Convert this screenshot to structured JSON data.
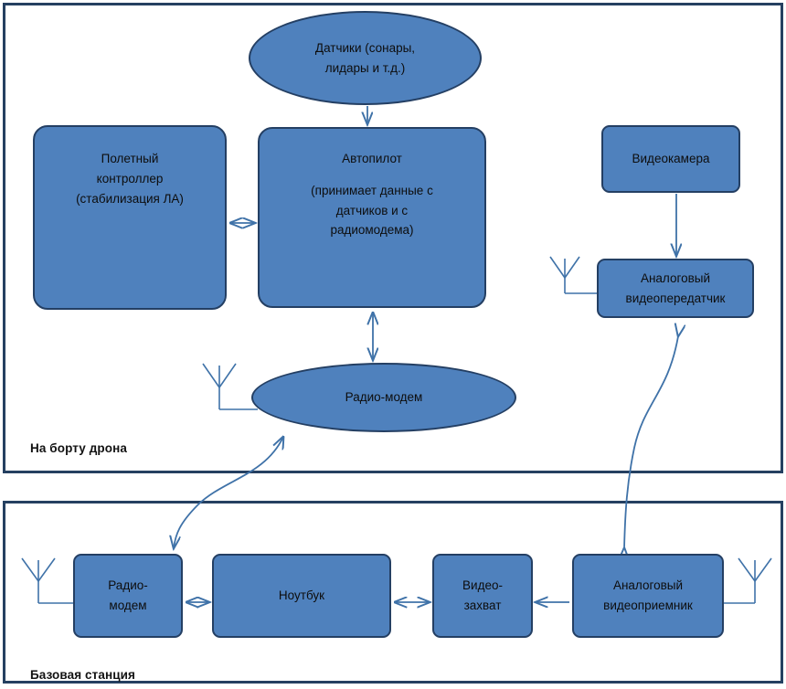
{
  "diagram": {
    "title_not_shown": "",
    "colors": {
      "node_fill": "#4F81BD",
      "node_border": "#243f63",
      "frame_border": "#254061",
      "connector": "#3F72A8",
      "text": "#0d0d0d",
      "background": "#ffffff"
    },
    "sections": [
      {
        "id": "drone",
        "label": "На борту дрона"
      },
      {
        "id": "base",
        "label": "Базовая станция"
      }
    ],
    "nodes": {
      "sensors": {
        "shape": "ellipse",
        "lines": [
          "Датчики (сонары,",
          "лидары и т.д.)"
        ]
      },
      "flight_controller": {
        "shape": "rounded-rect",
        "lines": [
          "Полетный",
          "контроллер",
          "(стабилизация ЛА)"
        ]
      },
      "autopilot": {
        "shape": "rounded-rect",
        "lines": [
          "Автопилот",
          "(принимает данные с",
          "датчиков и с",
          "радиомодема)"
        ]
      },
      "video_camera": {
        "shape": "rounded-rect",
        "lines": [
          "Видеокамера"
        ]
      },
      "video_transmitter": {
        "shape": "rounded-rect",
        "lines": [
          "Аналоговый",
          "видеопередатчик"
        ]
      },
      "radio_modem_drone": {
        "shape": "ellipse",
        "lines": [
          "Радио-модем"
        ]
      },
      "radio_modem_base": {
        "shape": "rounded-rect",
        "lines": [
          "Радио-",
          "модем"
        ]
      },
      "laptop": {
        "shape": "rounded-rect",
        "lines": [
          "Ноутбук"
        ]
      },
      "video_capture": {
        "shape": "rounded-rect",
        "lines": [
          "Видео-",
          "захват"
        ]
      },
      "video_receiver": {
        "shape": "rounded-rect",
        "lines": [
          "Аналоговый",
          "видеоприемник"
        ]
      }
    },
    "connectors": [
      {
        "from": "sensors",
        "to": "autopilot",
        "arrow": "single"
      },
      {
        "from": "flight_controller",
        "to": "autopilot",
        "arrow": "double"
      },
      {
        "from": "autopilot",
        "to": "radio_modem_drone",
        "arrow": "double"
      },
      {
        "from": "video_camera",
        "to": "video_transmitter",
        "arrow": "single"
      },
      {
        "from": "radio_modem_drone",
        "to": "radio_modem_base",
        "arrow": "double"
      },
      {
        "from": "video_transmitter",
        "to": "video_receiver",
        "arrow": "double"
      },
      {
        "from": "radio_modem_base",
        "to": "laptop",
        "arrow": "double"
      },
      {
        "from": "laptop",
        "to": "video_capture",
        "arrow": "double"
      },
      {
        "from": "video_receiver",
        "to": "video_capture",
        "arrow": "single"
      }
    ],
    "antennas": [
      {
        "attached_to": "radio_modem_drone",
        "direction": "right"
      },
      {
        "attached_to": "video_transmitter",
        "direction": "right"
      },
      {
        "attached_to": "radio_modem_base",
        "direction": "right"
      },
      {
        "attached_to": "video_receiver",
        "direction": "left"
      }
    ]
  }
}
